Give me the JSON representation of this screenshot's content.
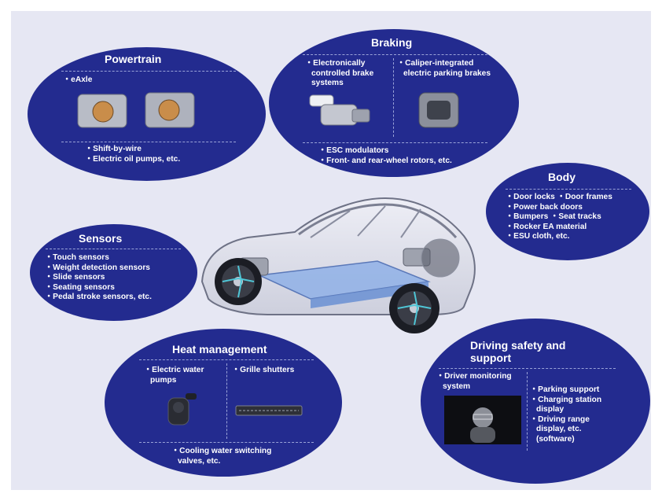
{
  "powertrain": {
    "title": "Powertrain",
    "eaxle": "・eAxle",
    "items": [
      "・Shift-by-wire",
      "・Electric oil pumps, etc."
    ]
  },
  "braking": {
    "title": "Braking",
    "col1": [
      "・Electronically",
      "controlled brake",
      "systems"
    ],
    "col2": [
      "・Caliper-integrated",
      "electric parking brakes"
    ],
    "items": [
      "・ESC modulators",
      "・Front- and rear-wheel rotors, etc."
    ]
  },
  "body": {
    "title": "Body",
    "items": [
      "・Door locks  ・Door frames",
      "・Power back doors",
      "・Bumpers  ・Seat tracks",
      "・Rocker EA material",
      "・ESU cloth, etc."
    ]
  },
  "sensors": {
    "title": "Sensors",
    "items": [
      "・Touch sensors",
      "・Weight detection sensors",
      "・Slide sensors",
      "・Seating sensors",
      "・Pedal stroke sensors, etc."
    ]
  },
  "heat": {
    "title": "Heat management",
    "col1": [
      "・Electric water",
      "pumps"
    ],
    "col2": [
      "・Grille shutters"
    ],
    "items": [
      "・Cooling water switching",
      "valves, etc."
    ]
  },
  "safety": {
    "title_lines": [
      "Driving safety and",
      "support"
    ],
    "dms": [
      "・Driver monitoring",
      "system"
    ],
    "items": [
      "・Parking support",
      "・Charging station",
      "display",
      "・Driving range",
      "display, etc.",
      "(software)"
    ]
  },
  "colors": {
    "oval": "#232b8f",
    "panel": "#e6e7f3",
    "divider": "#9aa3d8",
    "battery": "#8fb0e6",
    "wheel_accent": "#4fc6d6"
  },
  "icons": {
    "eaxle": "eaxle-unit-image",
    "brake_system": "brake-booster-image",
    "parking_brake": "caliper-image",
    "water_pump": "water-pump-image",
    "grille_shutter": "grille-shutter-image",
    "camera_view": "driver-monitor-image",
    "vehicle": "ev-cutaway-image"
  }
}
